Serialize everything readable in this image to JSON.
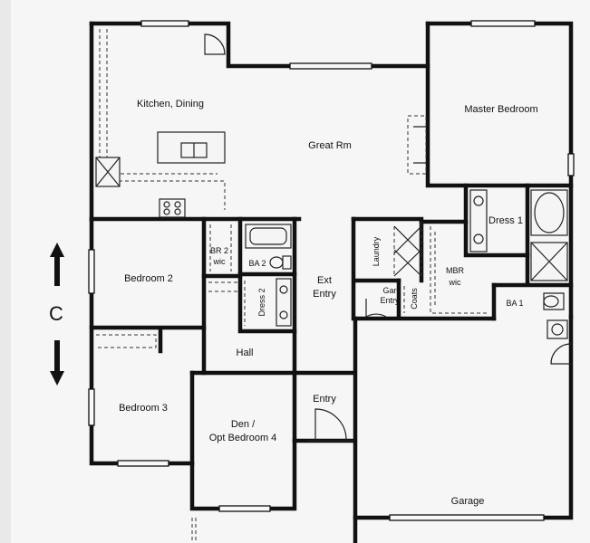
{
  "rooms": {
    "kitchen": "Kitchen, Dining",
    "great_room": "Great Rm",
    "master_bedroom": "Master Bedroom",
    "dress1": "Dress 1",
    "bedroom2": "Bedroom 2",
    "br2wic_line1": "BR 2",
    "br2wic_line2": "wic",
    "ba2": "BA 2",
    "dress2": "Dress 2",
    "ext_entry_line1": "Ext",
    "ext_entry_line2": "Entry",
    "laundry": "Laundry",
    "gar_entry_line1": "Gar",
    "gar_entry_line2": "Entry",
    "coats": "Coats",
    "mbr_wic_line1": "MBR",
    "mbr_wic_line2": "wic",
    "ba1": "BA 1",
    "hall": "Hall",
    "bedroom3": "Bedroom 3",
    "entry": "Entry",
    "den_line1": "Den /",
    "den_line2": "Opt Bedroom 4",
    "garage": "Garage"
  },
  "compass": {
    "letter": "C"
  }
}
